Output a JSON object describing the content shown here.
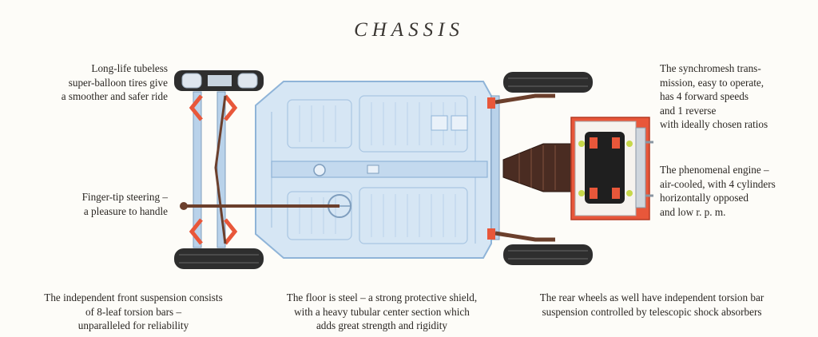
{
  "title": "CHASSIS",
  "captions": {
    "tires": "Long-life tubeless\nsuper-balloon tires give\na smoother and safer ride",
    "steering": "Finger-tip steering –\na pleasure to handle",
    "transmission": "The synchromesh trans-\nmission, easy to operate,\nhas 4 forward speeds\nand 1 reverse\nwith ideally chosen ratios",
    "engine": "The phenomenal engine –\nair-cooled, with 4 cylinders\nhorizontally opposed\nand low r. p. m.",
    "front_suspension": "The independent front suspension consists\nof 8-leaf torsion bars –\nunparalleled for reliability",
    "floor": "The floor is steel – a strong protective shield,\nwith a heavy tubular center section which\nadds great strength and rigidity",
    "rear_suspension": "The rear wheels as well have independent torsion bar\nsuspension controlled by telescopic shock absorbers"
  },
  "colors": {
    "floor_pan": "#d6e6f4",
    "outline": "#8fb4d8",
    "frame": "#6b3f2c",
    "engine_housing": "#e8573a",
    "tire": "#2e2e2e"
  }
}
